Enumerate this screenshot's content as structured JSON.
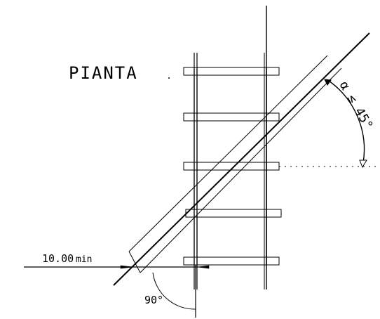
{
  "drawing": {
    "title": "PIANTA",
    "dimension_value": "10.00",
    "dimension_unit": "min",
    "right_angle_label": "90°",
    "slope_angle_label": "α ≤ 45°"
  }
}
